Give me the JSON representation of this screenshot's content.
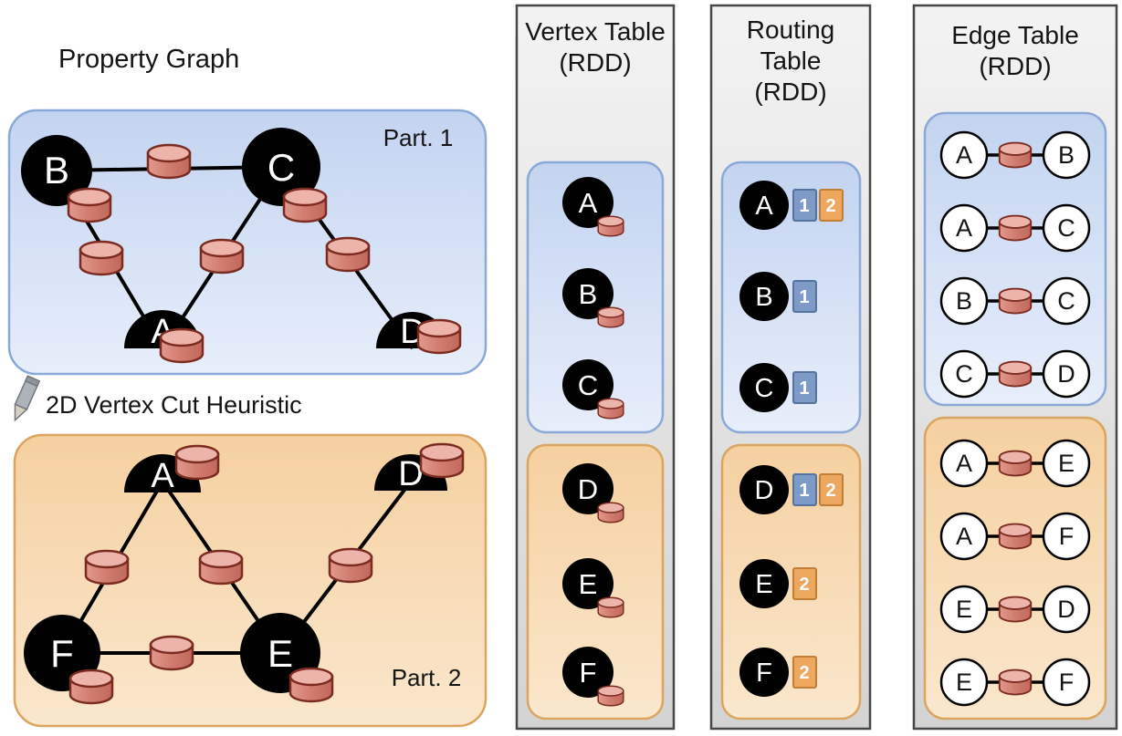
{
  "diagram": {
    "property_graph": {
      "title": "Property Graph",
      "cut_heuristic_label": "2D Vertex Cut Heuristic",
      "partition1": {
        "label": "Part. 1",
        "vertices": {
          "b": "B",
          "c": "C",
          "a": "A",
          "d": "D"
        }
      },
      "partition2": {
        "label": "Part. 2",
        "vertices": {
          "a": "A",
          "d": "D",
          "f": "F",
          "e": "E"
        }
      }
    },
    "vertex_table": {
      "title1": "Vertex Table",
      "title2": "(RDD)",
      "partition1": [
        "A",
        "B",
        "C"
      ],
      "partition2": [
        "D",
        "E",
        "F"
      ]
    },
    "routing_table": {
      "title1": "Routing",
      "title2": "Table",
      "title3": "(RDD)",
      "partition1": [
        {
          "vertex": "A",
          "parts": [
            "1",
            "2"
          ]
        },
        {
          "vertex": "B",
          "parts": [
            "1"
          ]
        },
        {
          "vertex": "C",
          "parts": [
            "1"
          ]
        }
      ],
      "partition2": [
        {
          "vertex": "D",
          "parts": [
            "1",
            "2"
          ]
        },
        {
          "vertex": "E",
          "parts": [
            "2"
          ]
        },
        {
          "vertex": "F",
          "parts": [
            "2"
          ]
        }
      ]
    },
    "edge_table": {
      "title1": "Edge Table",
      "title2": "(RDD)",
      "partition1": [
        {
          "src": "A",
          "dst": "B"
        },
        {
          "src": "A",
          "dst": "C"
        },
        {
          "src": "B",
          "dst": "C"
        },
        {
          "src": "C",
          "dst": "D"
        }
      ],
      "partition2": [
        {
          "src": "A",
          "dst": "E"
        },
        {
          "src": "A",
          "dst": "F"
        },
        {
          "src": "E",
          "dst": "D"
        },
        {
          "src": "E",
          "dst": "F"
        }
      ]
    }
  },
  "colors": {
    "partition_blue_fill": "#c3d4f0",
    "partition_blue_border": "#8aa9d8",
    "partition_orange_fill": "#f5d0a0",
    "partition_orange_border": "#dba45f",
    "table_gray_fill": "#e0e0e0",
    "table_gray_border": "#474747",
    "cylinder_red": "#d07c6e",
    "cylinder_top": "#edb4ab",
    "cylinder_border": "#7c2b21",
    "badge_blue": "#7e9bc8",
    "badge_orange": "#eda75f",
    "vertex_black": "#000000"
  }
}
